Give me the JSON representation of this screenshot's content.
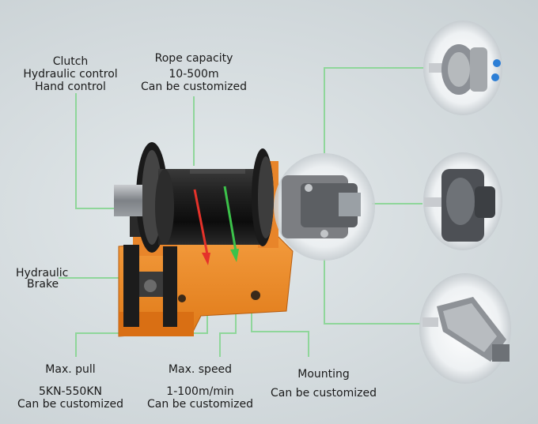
{
  "labels": {
    "clutch": [
      "Clutch",
      "Hydraulic control",
      "Hand control"
    ],
    "rope": [
      "Rope capacity",
      "10-500m",
      "Can be customized"
    ],
    "brake": [
      "Hydraulic",
      "Brake"
    ],
    "pull": [
      "Max. pull",
      "5KN-550KN",
      "Can be customized"
    ],
    "speed": [
      "Max. speed",
      "1-100m/min",
      "Can be customized"
    ],
    "mounting": [
      "Mounting",
      "Can be customized"
    ]
  },
  "colors": {
    "leader_line": "#8fd69a",
    "frame": "#ee8a2a",
    "drum": "#141414",
    "arrow_red": "#e5322a",
    "arrow_green": "#3cc24a"
  },
  "icons": [
    "radial-piston-motor-icon",
    "radial-piston-motor-icon",
    "axial-piston-motor-icon"
  ]
}
